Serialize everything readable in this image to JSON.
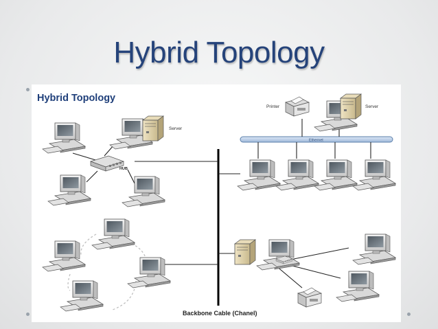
{
  "slide": {
    "title": "Hybrid Topology"
  },
  "diagram": {
    "heading": "Hybrid Topology",
    "labels": {
      "server_star": "Server",
      "hub": "HUB",
      "printer": "Printer",
      "server_bus": "Server",
      "ethernet": "Ethernet",
      "backbone": "Backbone Cable (Chanel)"
    }
  },
  "colors": {
    "title": "#25437a",
    "heading": "#1f3f7a",
    "ethernet_bar": "#b9cde6",
    "backbone": "#000000"
  }
}
